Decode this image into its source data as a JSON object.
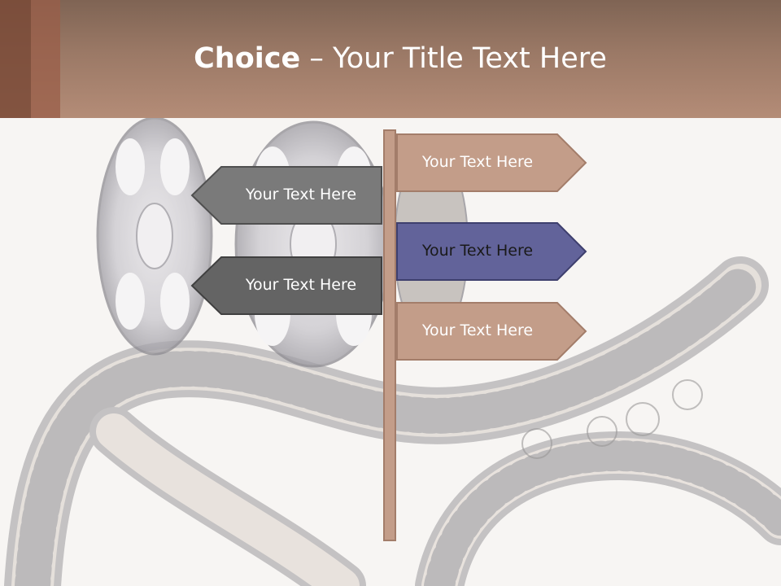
{
  "title": {
    "bold": "Choice",
    "rest": " – Your Title Text Here"
  },
  "signs": {
    "right_top": "Your Text Here",
    "left_top": "Your Text Here",
    "right_middle": "Your Text Here",
    "left_bottom": "Your Text Here",
    "right_bottom": "Your Text Here"
  },
  "colors": {
    "header": "#9b7966",
    "sign_tan": "#c39d89",
    "sign_gray": "#7a7a7a",
    "sign_dark_gray": "#646464",
    "sign_blue": "#62639a"
  },
  "images": {
    "background": "film reels and film strip"
  }
}
